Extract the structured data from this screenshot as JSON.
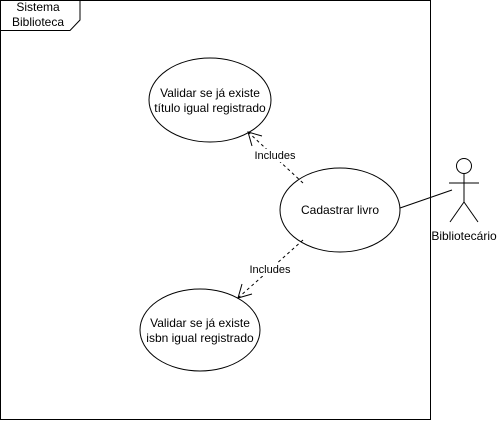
{
  "system_boundary": {
    "title_line1": "Sistema",
    "title_line2": "Biblioteca"
  },
  "use_cases": {
    "validate_title": {
      "line1": "Validar se já existe",
      "line2": "título igual registrado"
    },
    "register_book": {
      "label": "Cadastrar livro"
    },
    "validate_isbn": {
      "line1": "Validar se já existe",
      "line2": "isbn igual registrado"
    }
  },
  "relations": {
    "include_top": "Includes",
    "include_bottom": "Includes"
  },
  "actor": {
    "name": "Bibliotecário"
  },
  "colors": {
    "stroke": "#000000",
    "background": "#ffffff"
  }
}
